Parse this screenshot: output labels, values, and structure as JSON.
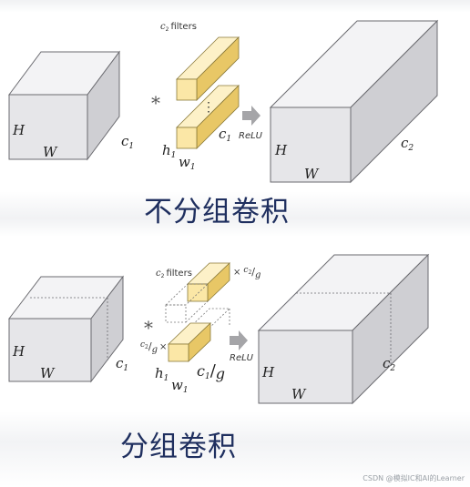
{
  "headings": {
    "ungrouped": "不分组卷积",
    "grouped": "分组卷积"
  },
  "labels": {
    "h": "H",
    "w": "W",
    "c1": "c",
    "c1_sub": "1",
    "c2": "c",
    "c2_sub": "2",
    "h1": "h",
    "h1_sub": "1",
    "w1": "w",
    "w1_sub": "1",
    "filters": "filters",
    "relu": "ReLU",
    "star": "*",
    "dots": "⋮",
    "times": "×",
    "slash": "/",
    "g": "g"
  },
  "watermark": "CSDN @模拟IC和AI的Learner",
  "colors": {
    "heading": "#1f2f5f",
    "block_front": "#e6e6e9",
    "block_top": "#f3f3f5",
    "block_side": "#cfcfd3",
    "filter_front": "#fbe7a6",
    "filter_top": "#fdf1c8",
    "filter_side": "#e8c766",
    "arrow": "#a5a5a8"
  }
}
